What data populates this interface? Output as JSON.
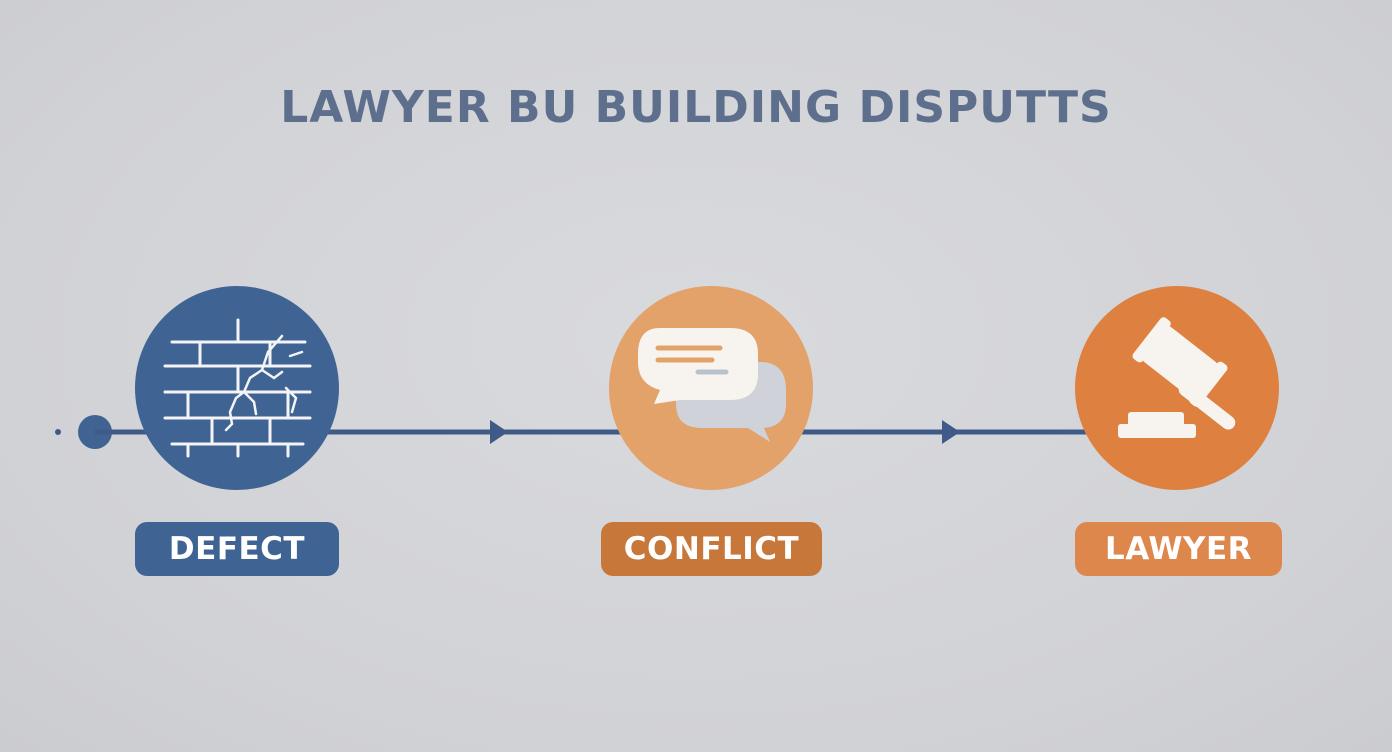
{
  "title": "LAWYER BU BUILDING DISPUTTS",
  "steps": [
    {
      "label": "DEFECT",
      "icon": "cracked-brick-wall-icon",
      "color": "#3f6494"
    },
    {
      "label": "CONFLICT",
      "icon": "chat-bubbles-icon",
      "color": "#e3a26a"
    },
    {
      "label": "LAWYER",
      "icon": "gavel-icon",
      "color": "#de8140"
    }
  ],
  "colors": {
    "background": "#d3d4d8",
    "line": "#3f5a86",
    "title": "#5d6f8c"
  }
}
